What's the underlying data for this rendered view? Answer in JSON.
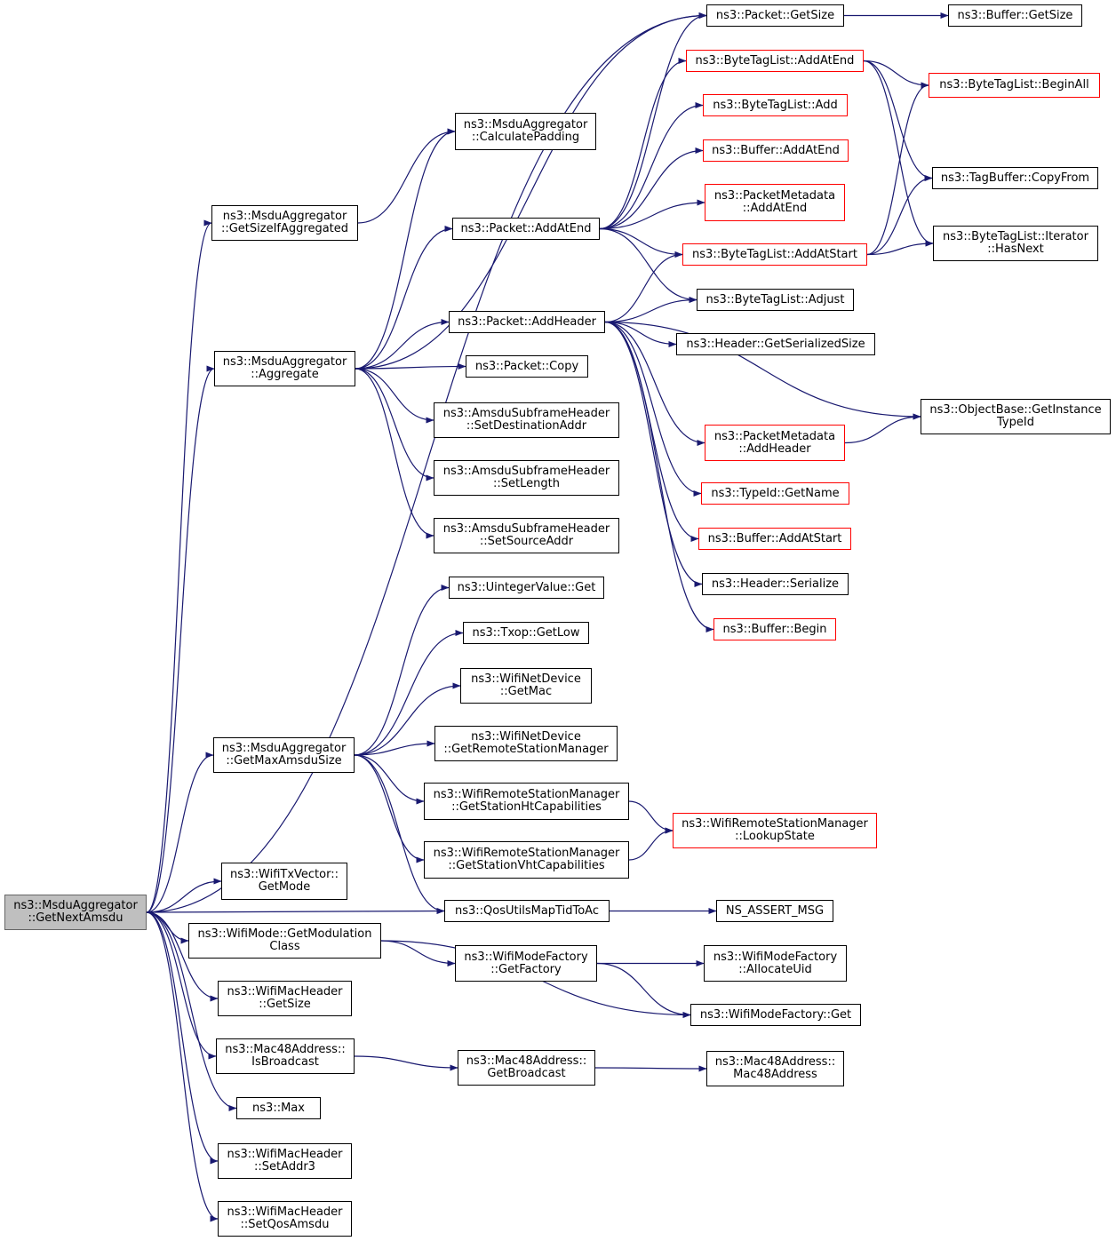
{
  "colors": {
    "edge": "#191970",
    "node_border": "#000000",
    "truncated_border": "#ff0000",
    "root_fill": "#bfbfbf"
  },
  "nodes": [
    {
      "id": "root",
      "lines": [
        "ns3::MsduAggregator",
        "::GetNextAmsdu"
      ],
      "style": "root"
    },
    {
      "id": "getsizeifagg",
      "lines": [
        "ns3::MsduAggregator",
        "::GetSizeIfAggregated"
      ]
    },
    {
      "id": "aggregate",
      "lines": [
        "ns3::MsduAggregator",
        "::Aggregate"
      ]
    },
    {
      "id": "getmaxamsdu",
      "lines": [
        "ns3::MsduAggregator",
        "::GetMaxAmsduSize"
      ]
    },
    {
      "id": "txvecmode",
      "lines": [
        "ns3::WifiTxVector::",
        "GetMode"
      ]
    },
    {
      "id": "modclass",
      "lines": [
        "ns3::WifiMode::GetModulation",
        "Class"
      ]
    },
    {
      "id": "machdrsize",
      "lines": [
        "ns3::WifiMacHeader",
        "::GetSize"
      ]
    },
    {
      "id": "isbroadcast",
      "lines": [
        "ns3::Mac48Address::",
        "IsBroadcast"
      ]
    },
    {
      "id": "max",
      "lines": [
        "ns3::Max"
      ]
    },
    {
      "id": "setaddr3",
      "lines": [
        "ns3::WifiMacHeader",
        "::SetAddr3"
      ]
    },
    {
      "id": "setqosamsdu",
      "lines": [
        "ns3::WifiMacHeader",
        "::SetQosAmsdu"
      ]
    },
    {
      "id": "calcpad",
      "lines": [
        "ns3::MsduAggregator",
        "::CalculatePadding"
      ]
    },
    {
      "id": "pktaddatend",
      "lines": [
        "ns3::Packet::AddAtEnd"
      ]
    },
    {
      "id": "pktaddheader",
      "lines": [
        "ns3::Packet::AddHeader"
      ]
    },
    {
      "id": "pktcopy",
      "lines": [
        "ns3::Packet::Copy"
      ]
    },
    {
      "id": "setdest",
      "lines": [
        "ns3::AmsduSubframeHeader",
        "::SetDestinationAddr"
      ]
    },
    {
      "id": "setlen",
      "lines": [
        "ns3::AmsduSubframeHeader",
        "::SetLength"
      ]
    },
    {
      "id": "setsrc",
      "lines": [
        "ns3::AmsduSubframeHeader",
        "::SetSourceAddr"
      ]
    },
    {
      "id": "uintget",
      "lines": [
        "ns3::UintegerValue::Get"
      ]
    },
    {
      "id": "txopgetlow",
      "lines": [
        "ns3::Txop::GetLow"
      ]
    },
    {
      "id": "getmac",
      "lines": [
        "ns3::WifiNetDevice",
        "::GetMac"
      ]
    },
    {
      "id": "getrsm",
      "lines": [
        "ns3::WifiNetDevice",
        "::GetRemoteStationManager"
      ]
    },
    {
      "id": "htcap",
      "lines": [
        "ns3::WifiRemoteStationManager",
        "::GetStationHtCapabilities"
      ]
    },
    {
      "id": "vhtcap",
      "lines": [
        "ns3::WifiRemoteStationManager",
        "::GetStationVhtCapabilities"
      ]
    },
    {
      "id": "qosmap",
      "lines": [
        "ns3::QosUtilsMapTidToAc"
      ]
    },
    {
      "id": "getfactory",
      "lines": [
        "ns3::WifiModeFactory",
        "::GetFactory"
      ]
    },
    {
      "id": "getbcast",
      "lines": [
        "ns3::Mac48Address::",
        "GetBroadcast"
      ]
    },
    {
      "id": "pktgetsize",
      "lines": [
        "ns3::Packet::GetSize"
      ]
    },
    {
      "id": "btl_addatend",
      "lines": [
        "ns3::ByteTagList::AddAtEnd"
      ],
      "style": "red"
    },
    {
      "id": "btl_add",
      "lines": [
        "ns3::ByteTagList::Add"
      ],
      "style": "red"
    },
    {
      "id": "buf_addatend",
      "lines": [
        "ns3::Buffer::AddAtEnd"
      ],
      "style": "red"
    },
    {
      "id": "pm_addatend",
      "lines": [
        "ns3::PacketMetadata",
        "::AddAtEnd"
      ],
      "style": "red"
    },
    {
      "id": "btl_addatstart",
      "lines": [
        "ns3::ByteTagList::AddAtStart"
      ],
      "style": "red"
    },
    {
      "id": "btl_adjust",
      "lines": [
        "ns3::ByteTagList::Adjust"
      ]
    },
    {
      "id": "hdr_sersize",
      "lines": [
        "ns3::Header::GetSerializedSize"
      ]
    },
    {
      "id": "pm_addheader",
      "lines": [
        "ns3::PacketMetadata",
        "::AddHeader"
      ],
      "style": "red"
    },
    {
      "id": "typeid_name",
      "lines": [
        "ns3::TypeId::GetName"
      ],
      "style": "red"
    },
    {
      "id": "buf_addatstart",
      "lines": [
        "ns3::Buffer::AddAtStart"
      ],
      "style": "red"
    },
    {
      "id": "hdr_serialize",
      "lines": [
        "ns3::Header::Serialize"
      ]
    },
    {
      "id": "buf_begin",
      "lines": [
        "ns3::Buffer::Begin"
      ],
      "style": "red"
    },
    {
      "id": "lookupstate",
      "lines": [
        "ns3::WifiRemoteStationManager",
        "::LookupState"
      ],
      "style": "red"
    },
    {
      "id": "nsassert",
      "lines": [
        "NS_ASSERT_MSG"
      ]
    },
    {
      "id": "allocuid",
      "lines": [
        "ns3::WifiModeFactory",
        "::AllocateUid"
      ]
    },
    {
      "id": "wmf_get",
      "lines": [
        "ns3::WifiModeFactory::Get"
      ]
    },
    {
      "id": "mac48addr",
      "lines": [
        "ns3::Mac48Address::",
        "Mac48Address"
      ]
    },
    {
      "id": "buf_getsize",
      "lines": [
        "ns3::Buffer::GetSize"
      ]
    },
    {
      "id": "btl_beginall",
      "lines": [
        "ns3::ByteTagList::BeginAll"
      ],
      "style": "red"
    },
    {
      "id": "tagbuf_copyfrom",
      "lines": [
        "ns3::TagBuffer::CopyFrom"
      ]
    },
    {
      "id": "btl_iter_hasnext",
      "lines": [
        "ns3::ByteTagList::Iterator",
        "::HasNext"
      ]
    },
    {
      "id": "objbase_typeid",
      "lines": [
        "ns3::ObjectBase::GetInstance",
        "TypeId"
      ]
    }
  ],
  "edges": [
    [
      "root",
      "pktgetsize"
    ],
    [
      "root",
      "getsizeifagg"
    ],
    [
      "root",
      "aggregate"
    ],
    [
      "root",
      "getmaxamsdu"
    ],
    [
      "root",
      "qosmap"
    ],
    [
      "root",
      "txvecmode"
    ],
    [
      "root",
      "modclass"
    ],
    [
      "root",
      "machdrsize"
    ],
    [
      "root",
      "isbroadcast"
    ],
    [
      "root",
      "max"
    ],
    [
      "root",
      "setaddr3"
    ],
    [
      "root",
      "setqosamsdu"
    ],
    [
      "getsizeifagg",
      "calcpad"
    ],
    [
      "aggregate",
      "calcpad"
    ],
    [
      "aggregate",
      "pktgetsize"
    ],
    [
      "aggregate",
      "pktaddatend"
    ],
    [
      "aggregate",
      "pktaddheader"
    ],
    [
      "aggregate",
      "pktcopy"
    ],
    [
      "aggregate",
      "setdest"
    ],
    [
      "aggregate",
      "setlen"
    ],
    [
      "aggregate",
      "setsrc"
    ],
    [
      "getmaxamsdu",
      "uintget"
    ],
    [
      "getmaxamsdu",
      "txopgetlow"
    ],
    [
      "getmaxamsdu",
      "getmac"
    ],
    [
      "getmaxamsdu",
      "getrsm"
    ],
    [
      "getmaxamsdu",
      "htcap"
    ],
    [
      "getmaxamsdu",
      "vhtcap"
    ],
    [
      "getmaxamsdu",
      "qosmap"
    ],
    [
      "modclass",
      "getfactory"
    ],
    [
      "modclass",
      "wmf_get"
    ],
    [
      "isbroadcast",
      "getbcast"
    ],
    [
      "pktaddatend",
      "pktgetsize"
    ],
    [
      "pktaddatend",
      "btl_addatend"
    ],
    [
      "pktaddatend",
      "btl_add"
    ],
    [
      "pktaddatend",
      "buf_addatend"
    ],
    [
      "pktaddatend",
      "pm_addatend"
    ],
    [
      "pktaddatend",
      "btl_addatstart"
    ],
    [
      "pktaddatend",
      "btl_adjust"
    ],
    [
      "pktaddheader",
      "btl_addatstart"
    ],
    [
      "pktaddheader",
      "btl_adjust"
    ],
    [
      "pktaddheader",
      "hdr_sersize"
    ],
    [
      "pktaddheader",
      "objbase_typeid"
    ],
    [
      "pktaddheader",
      "pm_addheader"
    ],
    [
      "pktaddheader",
      "typeid_name"
    ],
    [
      "pktaddheader",
      "buf_addatstart"
    ],
    [
      "pktaddheader",
      "hdr_serialize"
    ],
    [
      "pktaddheader",
      "buf_begin"
    ],
    [
      "htcap",
      "lookupstate"
    ],
    [
      "vhtcap",
      "lookupstate"
    ],
    [
      "qosmap",
      "nsassert"
    ],
    [
      "getfactory",
      "allocuid"
    ],
    [
      "getfactory",
      "wmf_get"
    ],
    [
      "getbcast",
      "mac48addr"
    ],
    [
      "pktgetsize",
      "buf_getsize"
    ],
    [
      "btl_addatend",
      "btl_beginall"
    ],
    [
      "btl_addatend",
      "tagbuf_copyfrom"
    ],
    [
      "btl_addatend",
      "btl_iter_hasnext"
    ],
    [
      "btl_addatstart",
      "btl_beginall"
    ],
    [
      "btl_addatstart",
      "tagbuf_copyfrom"
    ],
    [
      "btl_addatstart",
      "btl_iter_hasnext"
    ],
    [
      "pm_addheader",
      "objbase_typeid"
    ]
  ]
}
